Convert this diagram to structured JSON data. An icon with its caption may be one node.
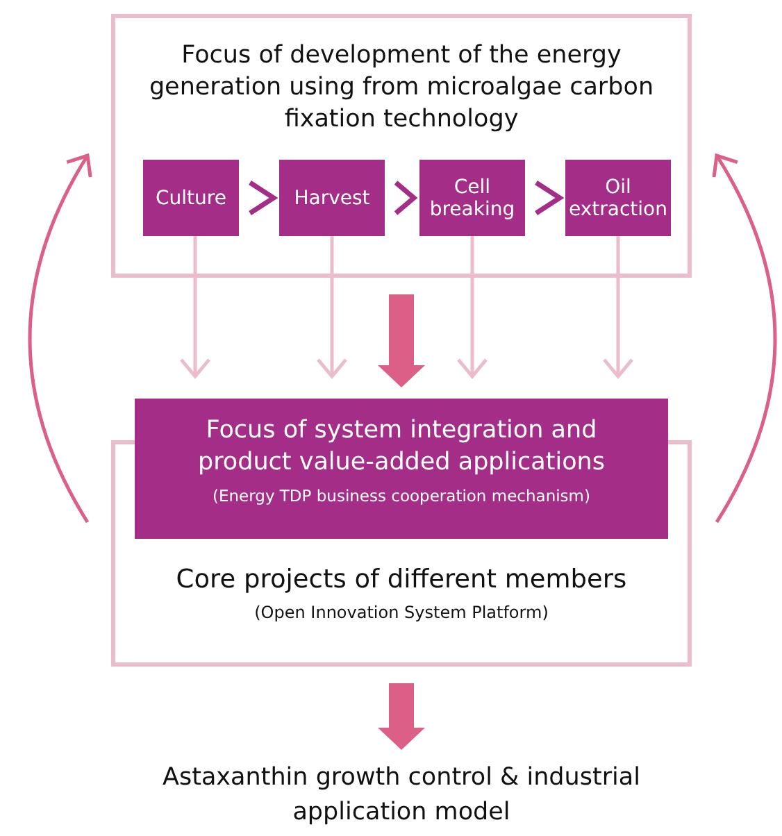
{
  "diagram": {
    "nodes": [
      {
        "text": [
          "Focus of development of the energy generation using from microalgae carbon fixation technology"
        ]
      },
      {
        "text": [
          "Culture"
        ],
        "in": 0
      },
      {
        "text": [
          "Harvest"
        ],
        "in": 0
      },
      {
        "text": [
          "Cell breaking"
        ],
        "in": 0
      },
      {
        "text": [
          "Oil extraction"
        ],
        "in": 0
      },
      {
        "text": [
          "Focus of system integration and product value-added applications",
          "(Energy TDP business cooperation mechanism)"
        ]
      },
      {
        "text": [
          "Core projects of different members",
          "(Open Innovation System Platform)"
        ]
      },
      {
        "text": [
          "Astaxanthin growth control & industrial application model"
        ]
      }
    ],
    "edges": [
      {
        "from": 1,
        "to": 2,
        "arrow": "to",
        "color": "#a32d87"
      },
      {
        "from": 2,
        "to": 3,
        "arrow": "to",
        "color": "#a32d87"
      },
      {
        "from": 3,
        "to": 4,
        "arrow": "to",
        "color": "#a32d87"
      },
      {
        "from": 1,
        "to": 5,
        "arrow": "to",
        "color": "#ebbccb"
      },
      {
        "from": 2,
        "to": 5,
        "arrow": "to",
        "color": "#ebbccb"
      },
      {
        "from": 0,
        "to": 5,
        "arrow": "to",
        "style": "thick",
        "color": "#dc5f87"
      },
      {
        "from": 3,
        "to": 5,
        "arrow": "to",
        "color": "#ebbccb"
      },
      {
        "from": 4,
        "to": 5,
        "arrow": "to",
        "color": "#ebbccb"
      },
      {
        "from": 6,
        "to": 0,
        "arrow": "to",
        "color": "#dc5f87"
      },
      {
        "from": 6,
        "to": 0,
        "arrow": "to",
        "color": "#dc5f87"
      },
      {
        "from": 6,
        "to": 7,
        "arrow": "to",
        "style": "thick",
        "color": "#dc5f87"
      }
    ]
  }
}
